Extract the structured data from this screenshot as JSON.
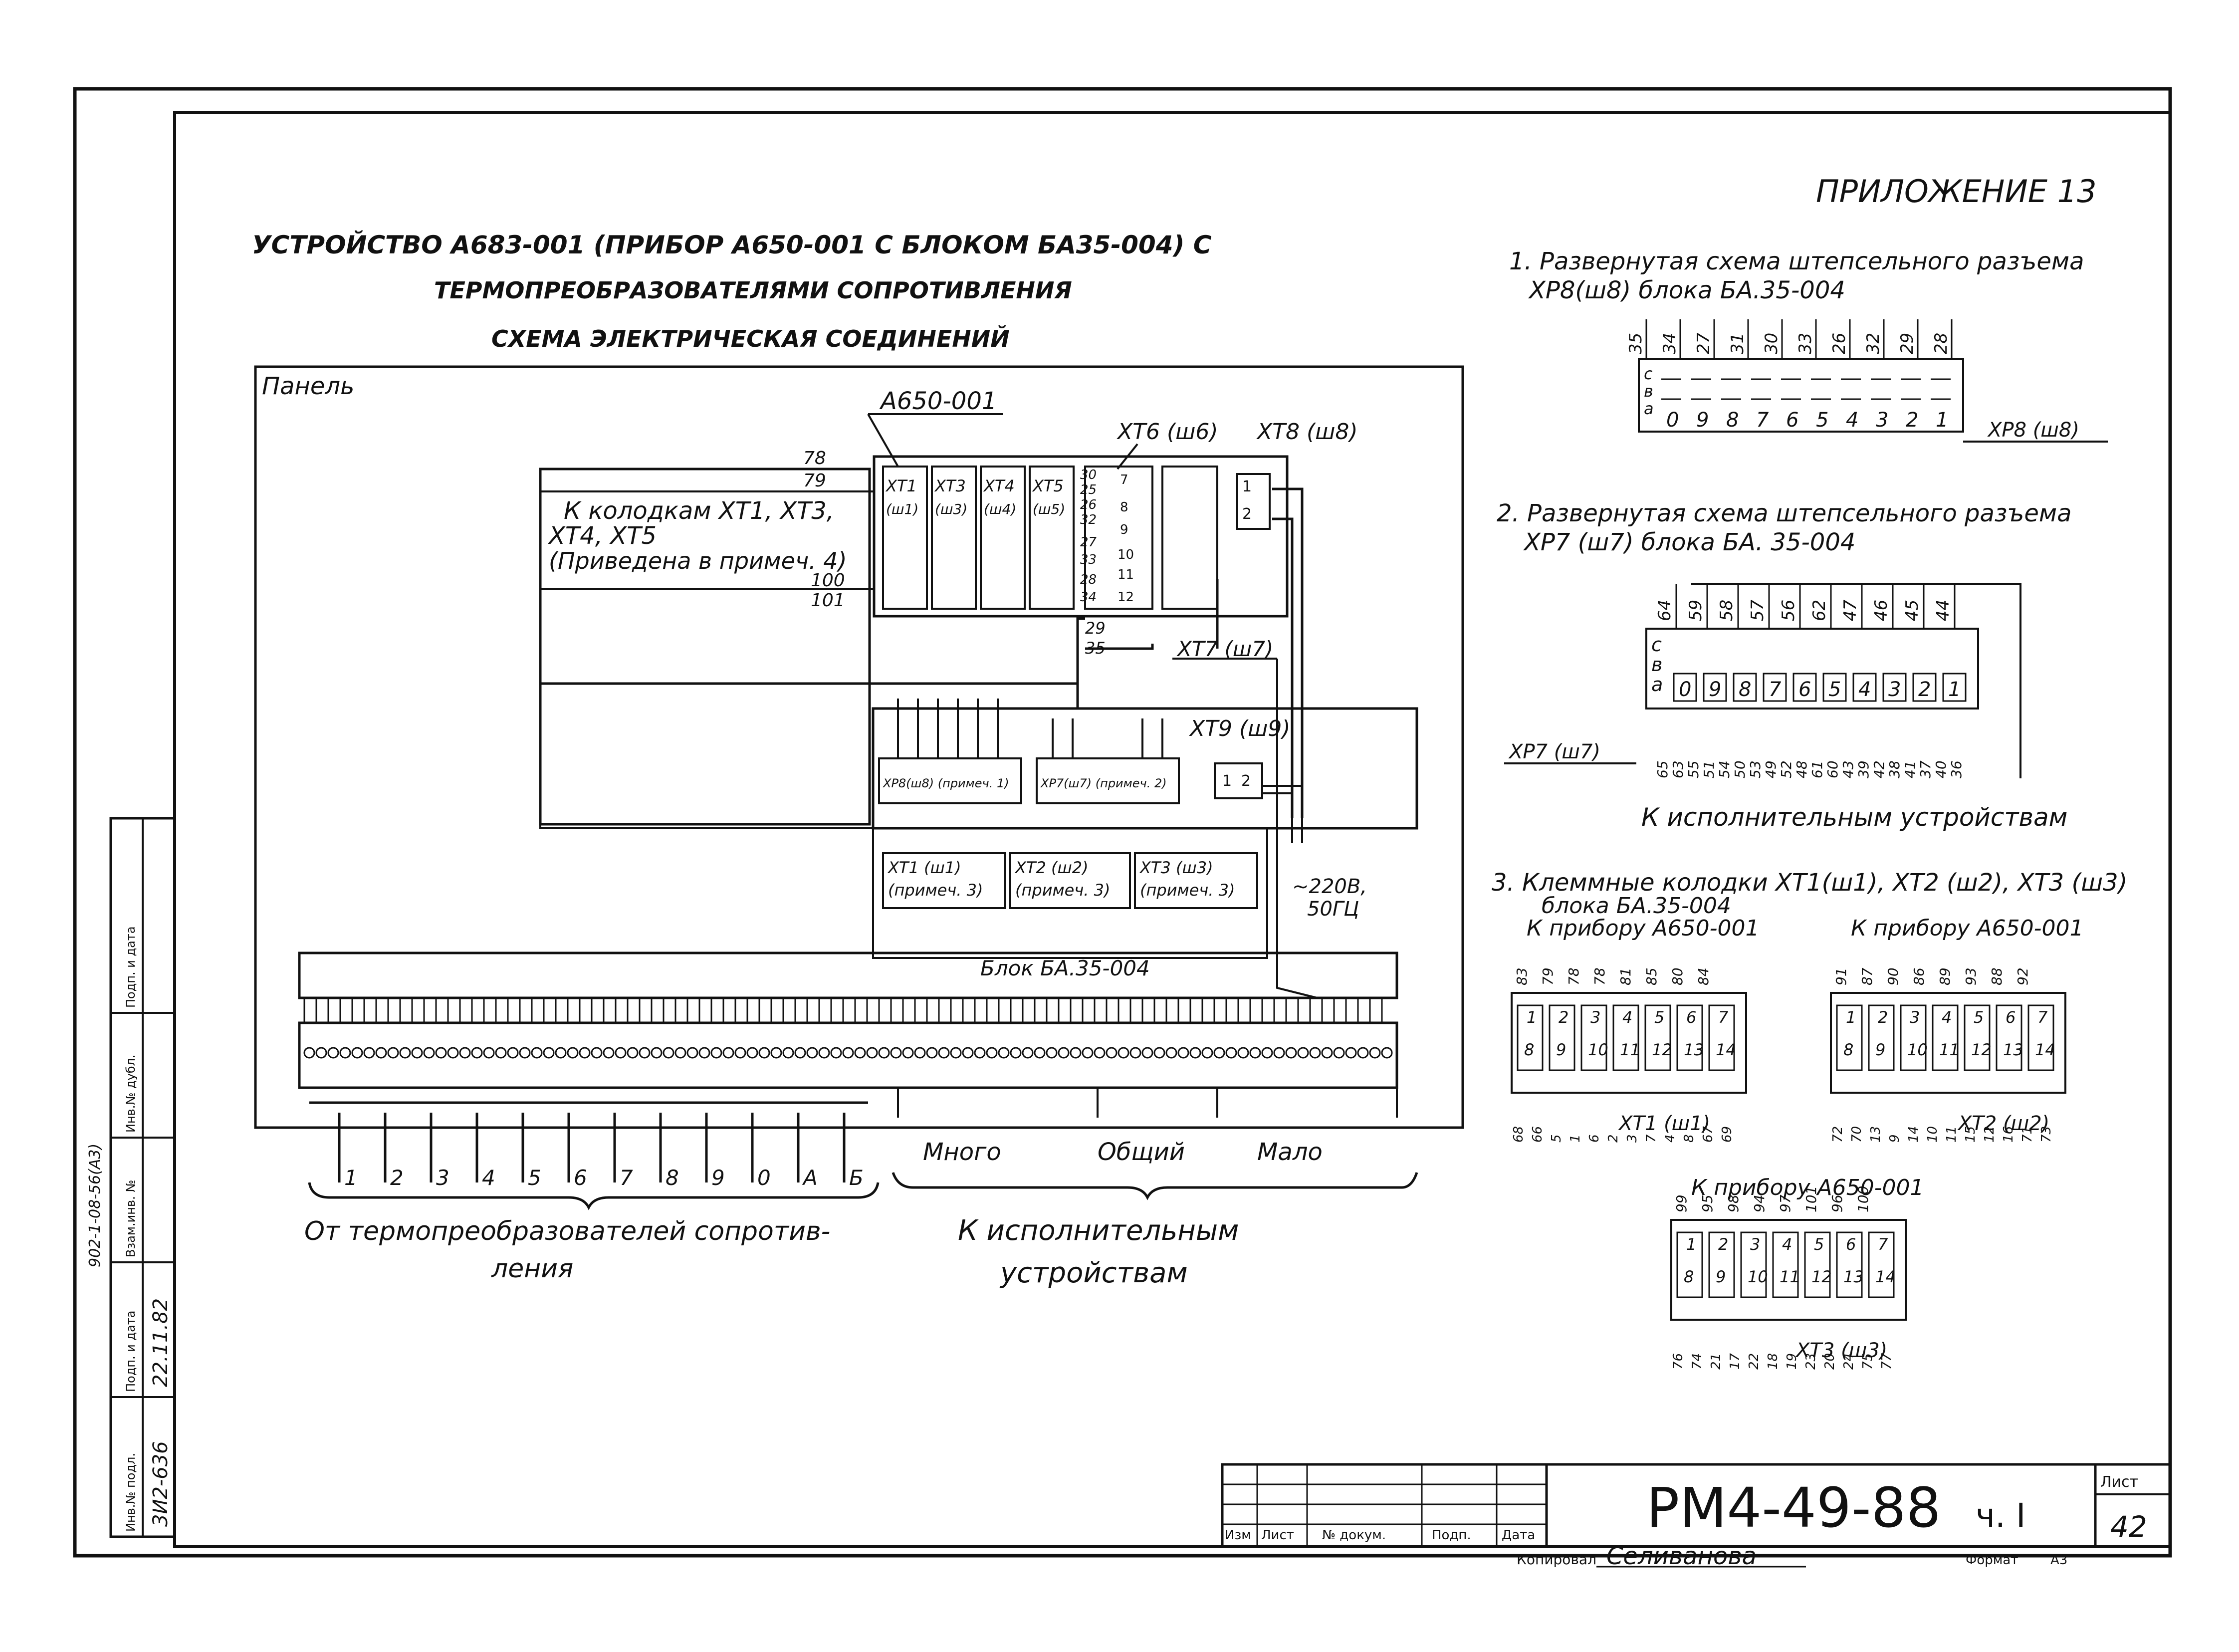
{
  "sheet": {
    "appendix": "ПРИЛОЖЕНИЕ 13",
    "title_line1": "УСТРОЙСТВО  А683-001 (ПРИБОР  А650-001  С БЛОКОМ  БА35-004)  С",
    "title_line2": "ТЕРМОПРЕОБРАЗОВАТЕЛЯМИ  СОПРОТИВЛЕНИЯ",
    "title_line3": "СХЕМА  ЭЛЕКТРИЧЕСКАЯ  СОЕДИНЕНИЙ",
    "doc_code": "РМ4-49-88",
    "doc_part": "ч. I",
    "sheet_label": "Лист",
    "sheet_number": "42",
    "copied_label": "Копировал",
    "copied_by": "Селиванова",
    "format_label": "Формат",
    "format_value": "А3"
  },
  "stamp": {
    "columns": [
      "Изм",
      "Лист",
      "№ докум.",
      "Подп.",
      "Дата"
    ]
  },
  "side_stamp": {
    "labels": [
      "Инв.№ подл.",
      "Подп. и дата",
      "Взам.инв. №",
      "Инв.№ дубл.",
      "Подп. и дата"
    ],
    "inv_number": "3И2-636",
    "date": "22.11.82",
    "code": "902-1-08-56(А3)"
  },
  "main": {
    "panel_label": "Панель",
    "device_label": "А650-001",
    "terminals_top": [
      "ХТ1",
      "ХТ3",
      "ХТ4",
      "ХТ5"
    ],
    "terminals_top_sub": [
      "(ш1)",
      "(ш3)",
      "(ш4)",
      "(ш5)"
    ],
    "xt6_label": "ХТ6 (ш6)",
    "xt7_label": "ХТ7 (ш7)",
    "xt8_label": "ХТ8 (ш8)",
    "xt9_label": "ХТ9 (ш9)",
    "note_lines": [
      "К колодкам  ХТ1, ХТ3,",
      "ХТ4, ХТ5",
      "(Приведена в примеч. 4)"
    ],
    "wire_numbers_left": [
      "78",
      "79",
      "100",
      "101"
    ],
    "wire_numbers_xt6": [
      "30",
      "25",
      "26",
      "32",
      "27",
      "33",
      "28",
      "34",
      "29",
      "35"
    ],
    "xt6_pins": [
      "7",
      "8",
      "9",
      "10",
      "11",
      "12"
    ],
    "xt8_pins": [
      "1",
      "2"
    ],
    "xt9_pins": [
      "1",
      "2"
    ],
    "connector_xp8": "ХР8(ш8) (примеч. 1)",
    "connector_xp7": "ХР7(ш7) (примеч. 2)",
    "block_terms": [
      "ХТ1 (ш1)",
      "ХТ2 (ш2)",
      "ХТ3 (ш3)"
    ],
    "block_terms_note": "(примеч. 3)",
    "block_label": "Блок БА.35-004",
    "power": "~220В,",
    "power2": "50ГЦ",
    "sensors": [
      "1",
      "2",
      "3",
      "4",
      "5",
      "6",
      "7",
      "8",
      "9",
      "0",
      "А",
      "Б"
    ],
    "sensors_caption_1": "От  термопреобразователей  сопротив-",
    "sensors_caption_2": "ления",
    "outputs": [
      "Много",
      "Общий",
      "Мало"
    ],
    "outputs_caption_1": "К  исполнительным",
    "outputs_caption_2": "устройствам"
  },
  "diagram1": {
    "title_1": "1. Развернутая  схема  штепсельного  разъема",
    "title_2": "ХР8(ш8)   блока   БА.35-004",
    "top_numbers": [
      "35",
      "34",
      "27",
      "31",
      "30",
      "33",
      "26",
      "32",
      "29",
      "28"
    ],
    "rows": [
      "с",
      "в",
      "а"
    ],
    "pins": [
      "0",
      "9",
      "8",
      "7",
      "6",
      "5",
      "4",
      "3",
      "2",
      "1"
    ],
    "label": "ХР8 (ш8)"
  },
  "diagram2": {
    "title_1": "2. Развернутая  схема  штепсельного  разъема",
    "title_2": "ХР7 (ш7)   блока   БА. 35-004",
    "top_numbers": [
      "64",
      "59",
      "58",
      "57",
      "56",
      "62",
      "47",
      "46",
      "45",
      "44"
    ],
    "rows": [
      "с",
      "в",
      "а"
    ],
    "pins": [
      "0",
      "9",
      "8",
      "7",
      "6",
      "5",
      "4",
      "3",
      "2",
      "1"
    ],
    "bottom_numbers": [
      "65",
      "63",
      "55",
      "51",
      "54",
      "50",
      "53",
      "49",
      "52",
      "48",
      "61",
      "60",
      "43",
      "39",
      "42",
      "38",
      "41",
      "37",
      "40",
      "36"
    ],
    "label": "ХР7 (ш7)",
    "caption": "К  исполнительным  устройствам"
  },
  "diagram3": {
    "title_1": "3. Клеммные  колодки  ХТ1(ш1), ХТ2 (ш2), ХТ3 (ш3)",
    "title_2": "блока  БА.35-004",
    "to_device": "К  прибору  А650-001",
    "pins_top": [
      "1",
      "2",
      "3",
      "4",
      "5",
      "6",
      "7"
    ],
    "pins_bottom": [
      "8",
      "9",
      "10",
      "11",
      "12",
      "13",
      "14"
    ],
    "xt1": {
      "label": "ХТ1 (ш1)",
      "top": [
        "83",
        "79",
        "78",
        "78",
        "81",
        "85",
        "80",
        "84"
      ],
      "bottom": [
        "68",
        "66",
        "5",
        "1",
        "6",
        "2",
        "3",
        "7",
        "4",
        "8",
        "67",
        "69"
      ]
    },
    "xt2": {
      "label": "ХТ2 (ш2)",
      "top": [
        "91",
        "87",
        "90",
        "86",
        "89",
        "93",
        "88",
        "92"
      ],
      "bottom": [
        "72",
        "70",
        "13",
        "9",
        "14",
        "10",
        "11",
        "15",
        "12",
        "16",
        "71",
        "73"
      ]
    },
    "xt3": {
      "label": "ХТ3 (ш3)",
      "top": [
        "99",
        "95",
        "98",
        "94",
        "97",
        "101",
        "96",
        "100"
      ],
      "bottom": [
        "76",
        "74",
        "21",
        "17",
        "22",
        "18",
        "19",
        "23",
        "20",
        "24",
        "75",
        "77"
      ]
    }
  }
}
